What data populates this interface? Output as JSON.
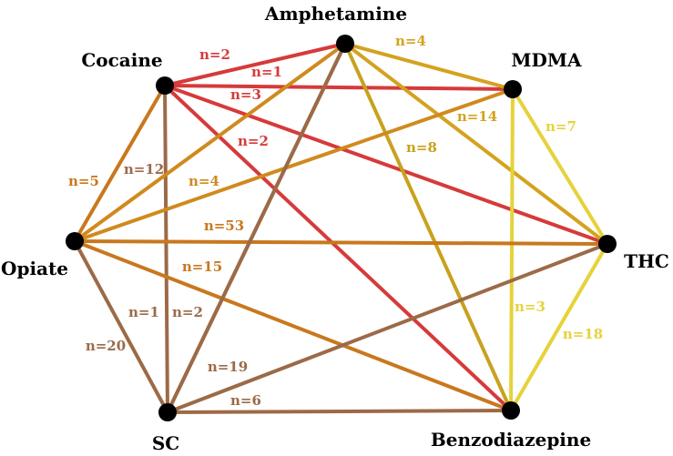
{
  "nodes": [
    {
      "id": "amphetamine",
      "label": "Amphetamine"
    },
    {
      "id": "cocaine",
      "label": "Cocaine"
    },
    {
      "id": "mdma",
      "label": "MDMA"
    },
    {
      "id": "opiate",
      "label": "Opiate"
    },
    {
      "id": "thc",
      "label": "THC"
    },
    {
      "id": "sc",
      "label": "SC"
    },
    {
      "id": "benzodiazepine",
      "label": "Benzodiazepine"
    }
  ],
  "edges": [
    {
      "from": "cocaine",
      "to": "amphetamine",
      "label": "n=2",
      "color": "#d63a3a"
    },
    {
      "from": "cocaine",
      "to": "mdma",
      "label": "n=1",
      "color": "#d63a3a"
    },
    {
      "from": "cocaine",
      "to": "thc",
      "label": "n=3",
      "color": "#d63a3a"
    },
    {
      "from": "cocaine",
      "to": "benzodiazepine",
      "label": "n=2",
      "color": "#d63a3a"
    },
    {
      "from": "cocaine",
      "to": "opiate",
      "label": "n=5",
      "color": "#c8781e"
    },
    {
      "from": "cocaine",
      "to": "sc",
      "label": "n=12",
      "color": "#9c6a48"
    },
    {
      "from": "amphetamine",
      "to": "mdma",
      "label": "n=4",
      "color": "#d4a21e"
    },
    {
      "from": "amphetamine",
      "to": "thc",
      "label": "n=14",
      "color": "#d4a21e"
    },
    {
      "from": "amphetamine",
      "to": "benzodiazepine",
      "label": "n=8",
      "color": "#c8a21e"
    },
    {
      "from": "amphetamine",
      "to": "opiate",
      "label": "n=4",
      "color": "#d08a1e"
    },
    {
      "from": "amphetamine",
      "to": "sc",
      "label": "n=2",
      "color": "#9c6a48"
    },
    {
      "from": "mdma",
      "to": "thc",
      "label": "n=7",
      "color": "#e6d23a"
    },
    {
      "from": "mdma",
      "to": "benzodiazepine",
      "label": "n=3",
      "color": "#e6d23a"
    },
    {
      "from": "mdma",
      "to": "opiate",
      "label": "",
      "color": "#d08a1e"
    },
    {
      "from": "opiate",
      "to": "thc",
      "label": "n=53",
      "color": "#c8781e"
    },
    {
      "from": "opiate",
      "to": "benzodiazepine",
      "label": "n=15",
      "color": "#c8781e"
    },
    {
      "from": "opiate",
      "to": "sc",
      "label": "n=20",
      "color": "#9c6a48"
    },
    {
      "from": "thc",
      "to": "benzodiazepine",
      "label": "n=18",
      "color": "#e6d23a"
    },
    {
      "from": "thc",
      "to": "sc",
      "label": "n=19",
      "color": "#9c6a48"
    },
    {
      "from": "sc",
      "to": "benzodiazepine",
      "label": "n=6",
      "color": "#9c6a48"
    },
    {
      "from": "sc",
      "to": "amphetamine",
      "label": "n=1",
      "color": "#9c6a48"
    }
  ]
}
